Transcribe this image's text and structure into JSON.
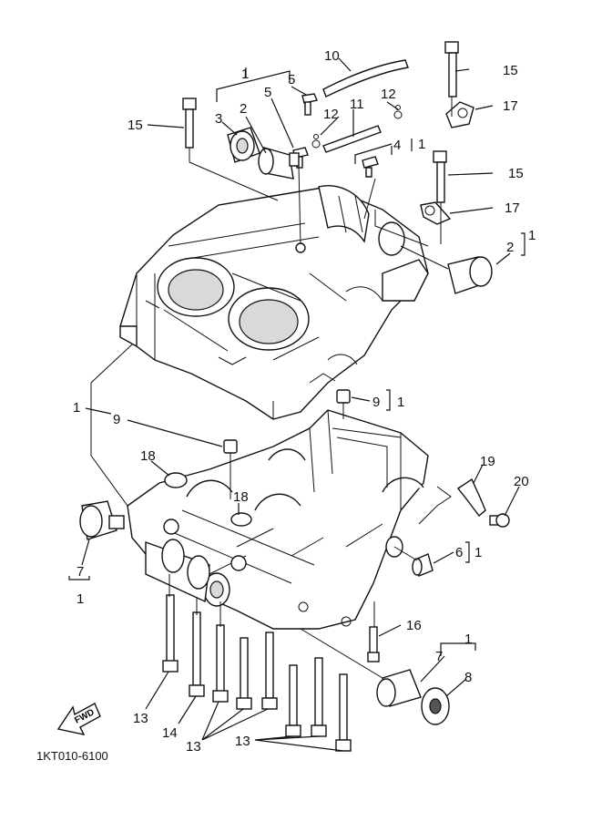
{
  "diagram": {
    "drawing_code": "1KT010-6100",
    "fwd_badge": "FWD",
    "callouts": {
      "c1_top": "1",
      "c1_left": "1",
      "c2": "2",
      "c2_right": "2",
      "c2_right_qty": "1",
      "c3": "3",
      "c4": "4",
      "c4_qty": "1",
      "c5a": "5",
      "c5b": "5",
      "c6": "6",
      "c6_qty": "1",
      "c7_left": "7",
      "c7_left_qty": "1",
      "c7_right": "7",
      "c7_right_qty": "1",
      "c8": "8",
      "c9a": "9",
      "c9a_qty": "1",
      "c9b": "9",
      "c10": "10",
      "c11": "11",
      "c12a": "12",
      "c12b": "12",
      "c13a": "13",
      "c13b": "13",
      "c13c": "13",
      "c14": "14",
      "c15a": "15",
      "c15b": "15",
      "c15c": "15",
      "c16": "16",
      "c17a": "17",
      "c17b": "17",
      "c18a": "18",
      "c18b": "18",
      "c19": "19",
      "c20": "20"
    }
  }
}
